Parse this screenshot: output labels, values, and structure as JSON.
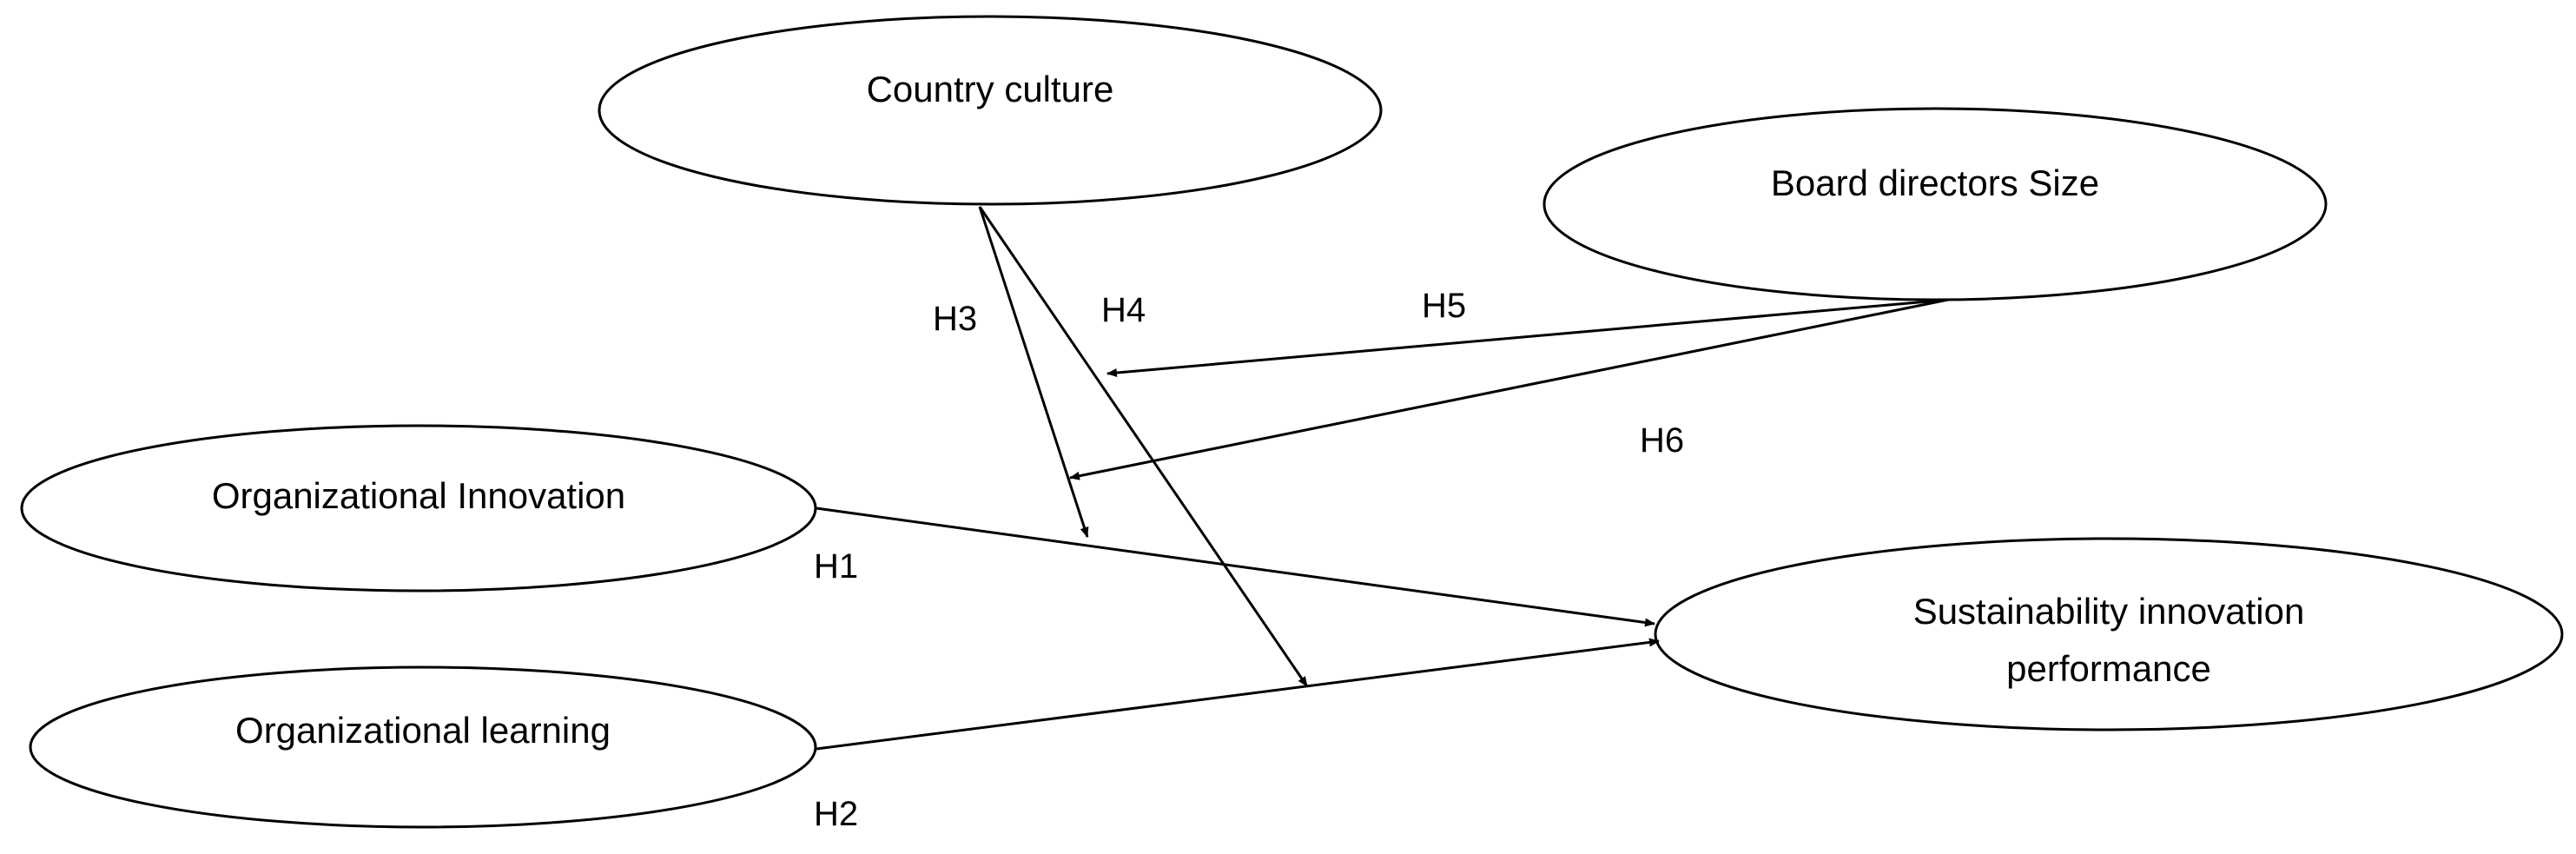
{
  "nodes": {
    "country_culture": "Country culture",
    "board_directors_size": "Board directors Size",
    "organizational_innovation": "Organizational Innovation",
    "organizational_learning": "Organizational learning",
    "sustainability_performance": [
      "Sustainability innovation",
      "performance"
    ]
  },
  "hypotheses": {
    "h1": "H1",
    "h2": "H2",
    "h3": "H3",
    "h4": "H4",
    "h5": "H5",
    "h6": "H6"
  },
  "edges": [
    {
      "from": "organizational_innovation",
      "to": "sustainability_performance",
      "label": "H1"
    },
    {
      "from": "organizational_learning",
      "to": "sustainability_performance",
      "label": "H2"
    },
    {
      "from": "country_culture",
      "to": "H1 path",
      "label": "H3"
    },
    {
      "from": "country_culture",
      "to": "H2 path",
      "label": "H4"
    },
    {
      "from": "board_directors_size",
      "to": "H4 path",
      "label": "H5"
    },
    {
      "from": "board_directors_size",
      "to": "H3 path",
      "label": "H6"
    }
  ]
}
